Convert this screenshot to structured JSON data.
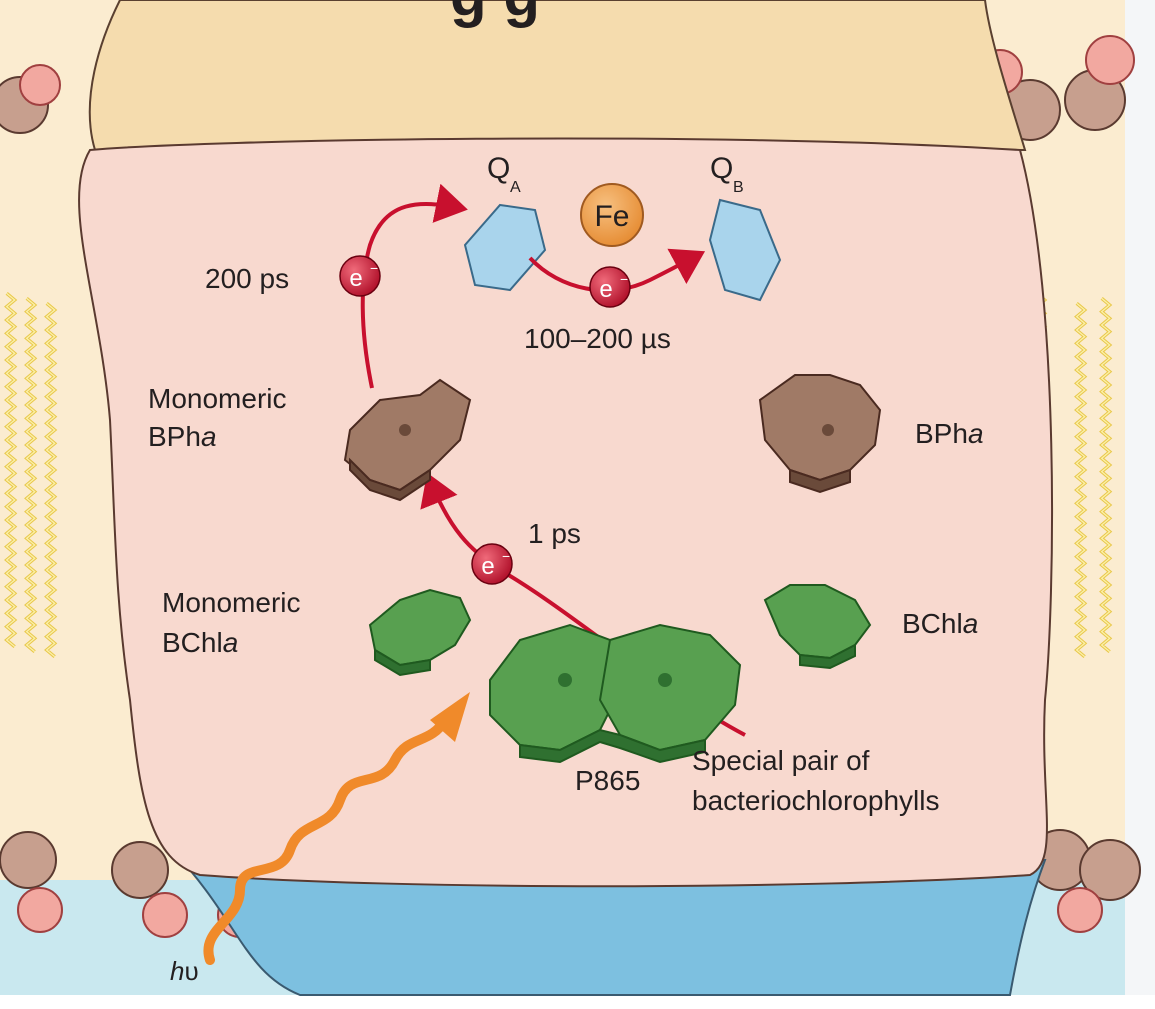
{
  "diagram": {
    "heading_fragment": "g   g",
    "labels": {
      "qa_main": "Q",
      "qa_sub": "A",
      "qb_main": "Q",
      "qb_sub": "B",
      "fe": "Fe",
      "electron": "e",
      "electron_sup": "−",
      "time_200ps": "200 ps",
      "time_100_200us": "100–200 µs",
      "time_1ps": "1 ps",
      "monomeric_bpha_line1": "Monomeric",
      "monomeric_bpha_line2_main": "BPh",
      "monomeric_bpha_line2_italic": "a",
      "bpha_main": "BPh",
      "bpha_italic": "a",
      "monomeric_bchla_line1": "Monomeric",
      "monomeric_bchla_line2_main": "BChl",
      "monomeric_bchla_line2_italic": "a",
      "bchla_main": "BChl",
      "bchla_italic": "a",
      "p865": "P865",
      "special_pair_line1": "Special pair of",
      "special_pair_line2": "bacteriochlorophylls",
      "hv_h": "h",
      "hv_nu": "υ"
    },
    "colors": {
      "protein_top": "#f5dcae",
      "protein_core": "#f8d9cf",
      "protein_bottom": "#7dc0e0",
      "water_bottom": "#c9e8ef",
      "lipid_head": "#c79f8e",
      "lipid_head_alt": "#f2a8a0",
      "lipid_tail": "#f4e07a",
      "arrow_red": "#c8102e",
      "electron_red": "#c8102e",
      "fe_orange": "#f0a050",
      "quinone_blue": "#a9d4ec",
      "bpha_brown": "#a07a66",
      "bchl_green": "#58a050",
      "photon_orange": "#f08a2a"
    }
  }
}
